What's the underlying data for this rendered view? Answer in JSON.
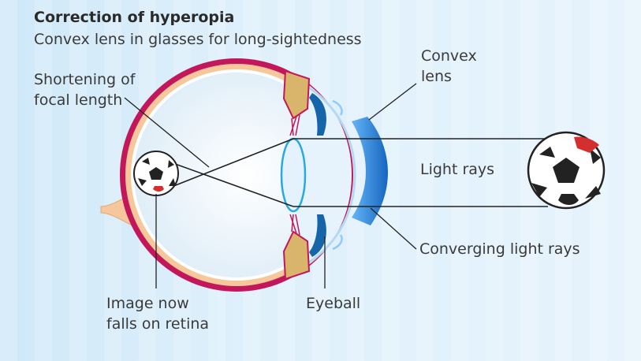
{
  "header": {
    "title": "Correction of hyperopia",
    "subtitle": "Convex lens in glasses for long-sightedness"
  },
  "labels": {
    "shortening_line1": "Shortening of",
    "shortening_line2": "focal length",
    "convex_line1": "Convex",
    "convex_line2": "lens",
    "light_rays": "Light rays",
    "converging": "Converging light rays",
    "image_line1": "Image now",
    "image_line2": "falls on retina",
    "eyeball": "Eyeball"
  },
  "colors": {
    "sclera": "#c2185b",
    "choroid": "#f6c79a",
    "lens_blue": "#1e88e5",
    "line": "#222222"
  }
}
